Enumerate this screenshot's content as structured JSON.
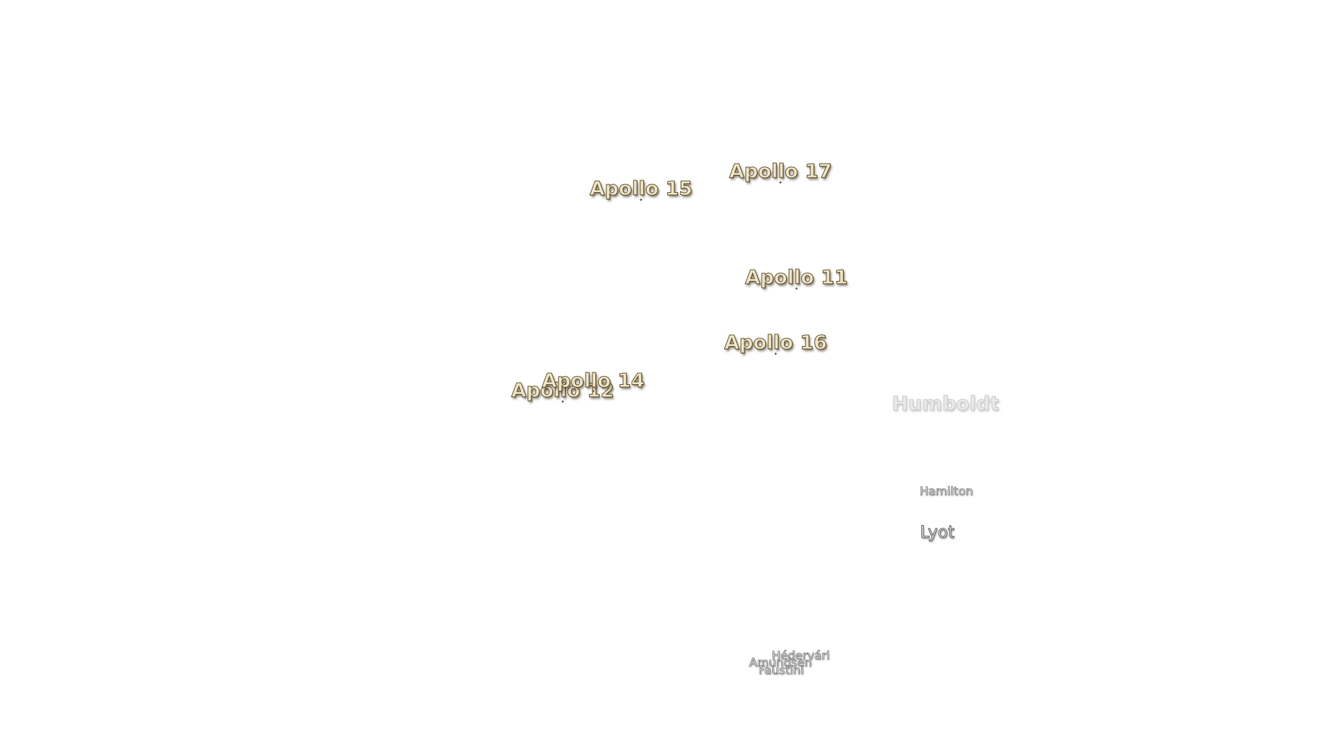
{
  "map": {
    "landing_sites": [
      {
        "name": "Apollo 15"
      },
      {
        "name": "Apollo 17"
      },
      {
        "name": "Apollo 11"
      },
      {
        "name": "Apollo 16"
      },
      {
        "name": "Apollo 14"
      },
      {
        "name": "Apollo 12"
      }
    ],
    "craters": [
      {
        "name": "Humboldt"
      },
      {
        "name": "Hamilton"
      },
      {
        "name": "Lyot"
      },
      {
        "name": "Hédervári"
      },
      {
        "name": "Amundsen"
      },
      {
        "name": "Faustini"
      }
    ],
    "colors": {
      "background": "#ffffff",
      "landing_label_fill": "#efe6c8",
      "landing_label_outline": "#5a4a2a",
      "crater_label_fill": "#f4f4f4",
      "crater_label_outline": "#555555"
    }
  }
}
